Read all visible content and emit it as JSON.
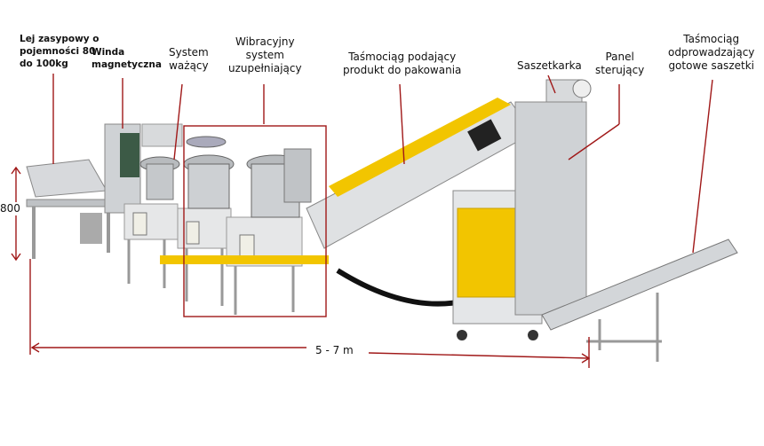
{
  "labels": {
    "hopper": [
      "Lej zasypowy o",
      "pojemności 80",
      "do 100kg"
    ],
    "elevator": [
      "Winda",
      "magnetyczna"
    ],
    "weighing": [
      "System",
      "ważący"
    ],
    "vibratory": [
      "Wibracyjny",
      "system",
      "uzupełniający"
    ],
    "feed_conveyor": [
      "Taśmociąg podający",
      "produkt do pakowania"
    ],
    "sachet_machine": [
      "Saszetkarka"
    ],
    "control_panel": [
      "Panel",
      "sterujący"
    ],
    "output_conveyor": [
      "Taśmociąg",
      "odprowadzający",
      "gotowe saszetki"
    ]
  },
  "dimensions": {
    "height": "800",
    "length": "5 - 7 m"
  },
  "colors": {
    "annotation": "#a01818",
    "accent_yellow": "#f2c500",
    "steel": "#c9ccd0"
  }
}
